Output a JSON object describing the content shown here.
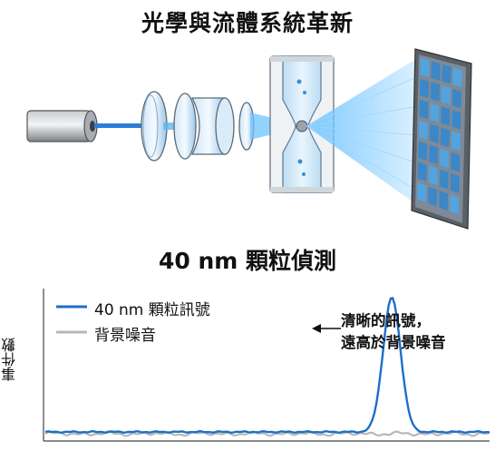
{
  "header": {
    "title": "光學與流體系統革新"
  },
  "detection": {
    "title": "40 nm 顆粒偵測"
  },
  "chart_data": {
    "type": "line",
    "ylabel": "事件數",
    "series": [
      {
        "name": "40 nm 顆粒訊號",
        "color": "#1f6ec9",
        "peak_x": 0.78,
        "noise_level": 0.02
      },
      {
        "name": "背景噪音",
        "color": "#b8b8b8",
        "noise_level": 0.03
      }
    ],
    "annotation": {
      "line1": "清晰的訊號，",
      "line2": "遠高於背景噪音"
    }
  },
  "colors": {
    "signal": "#1f6ec9",
    "noise": "#b8b8b8",
    "beam": "#3aa3f0"
  }
}
